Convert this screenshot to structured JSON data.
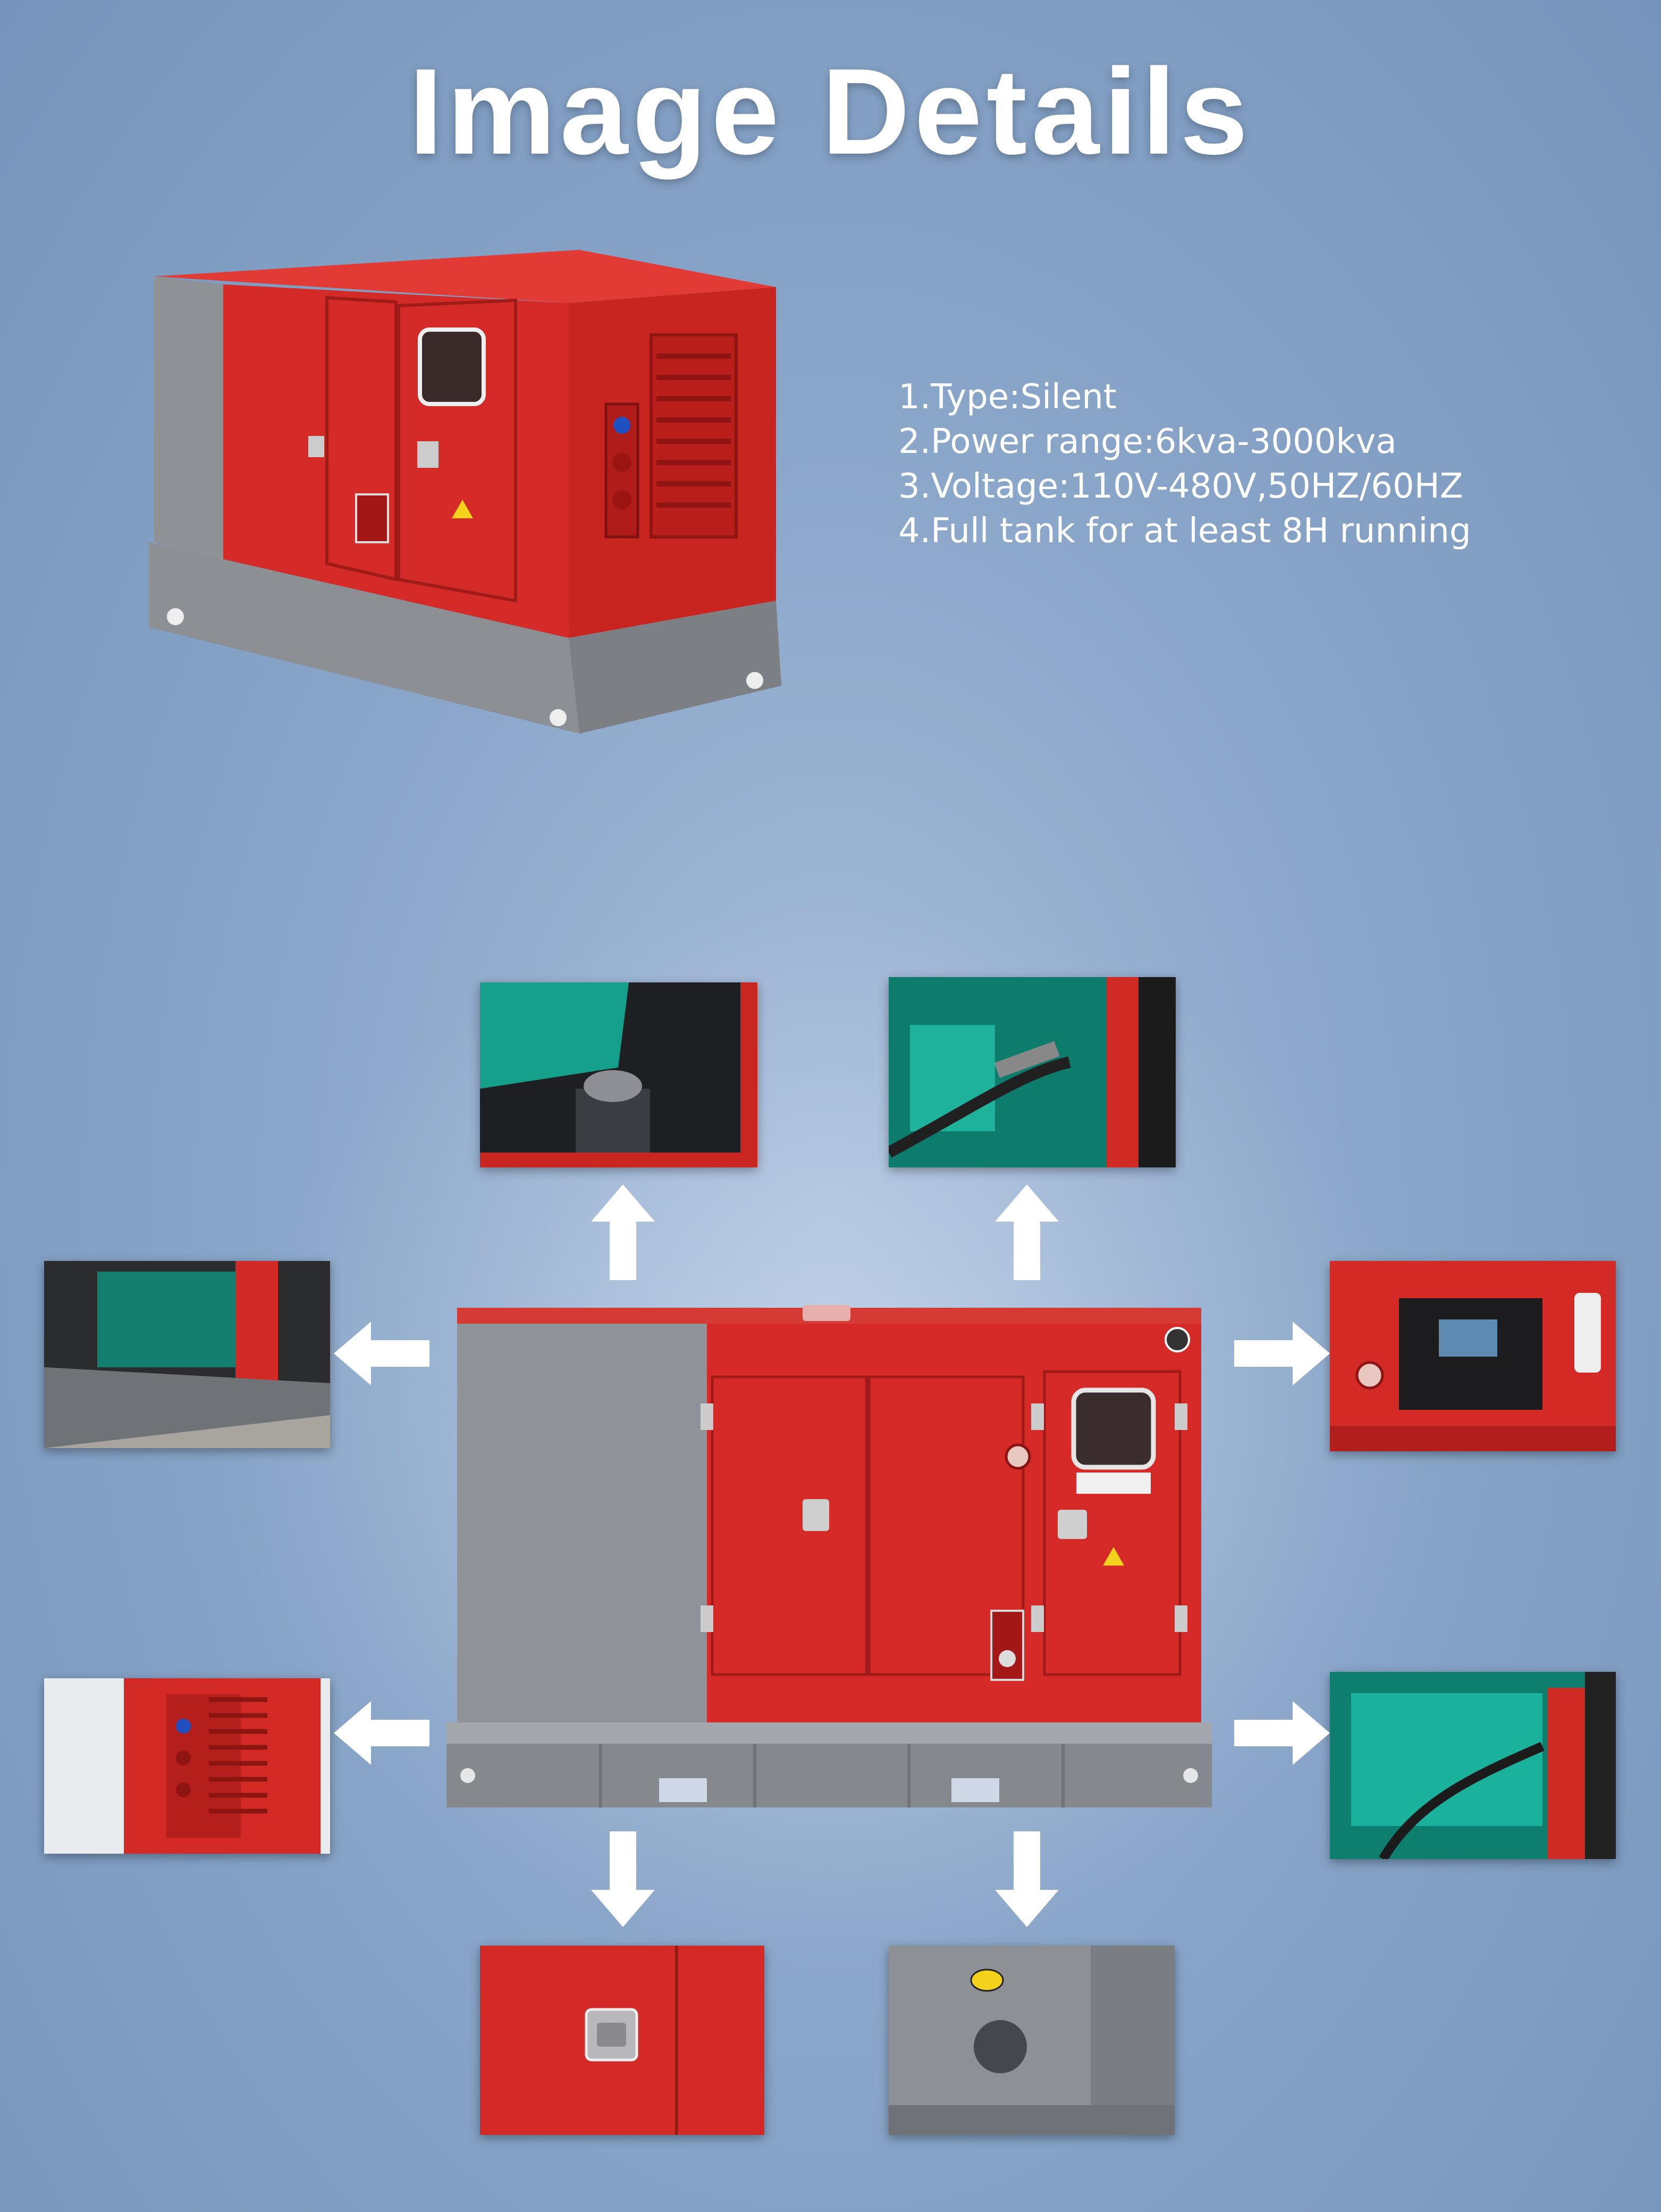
{
  "title": "Image Details",
  "specs": [
    "1.Type:Silent",
    "2.Power range:6kva-3000kva",
    "3.Voltage:110V-480V,50HZ/60HZ",
    "4.Full tank for at least 8H running"
  ],
  "colors": {
    "background": "#8aa6c9",
    "generator_red": "#d32a2a",
    "generator_gray": "#8a8d92",
    "engine_teal": "#1aa08f",
    "arrow": "#ffffff"
  },
  "icons": [
    "arrow-up-icon",
    "arrow-down-icon",
    "arrow-left-icon",
    "arrow-right-icon"
  ]
}
